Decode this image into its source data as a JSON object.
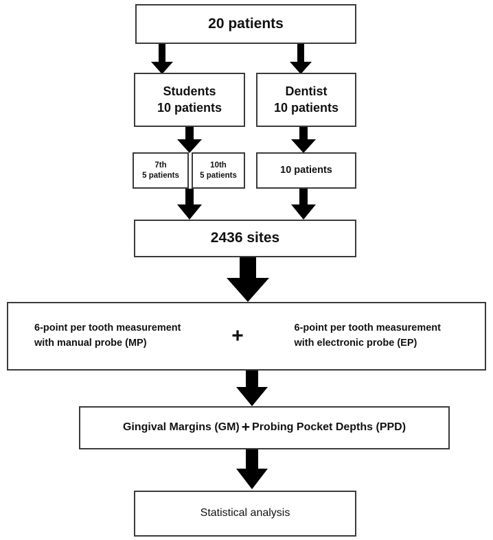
{
  "diagram": {
    "title": "Study design flowchart",
    "background_color": "#ffffff",
    "box_border_color": "#3a3a3a",
    "arrow_color": "#000000",
    "text_color": "#111111"
  },
  "nodes": {
    "top": {
      "label": "20 patients"
    },
    "students": {
      "line1": "Students",
      "line2": "10 patients",
      "label": "Students\n10 patients"
    },
    "dentist": {
      "line1": "Dentist",
      "line2": "10 patients",
      "label": "Dentist\n10 patients"
    },
    "seventh": {
      "line1": "7th",
      "line2": "5 patients",
      "label": "7th\n5 patients"
    },
    "tenth": {
      "line1": "10th",
      "line2": "5 patients",
      "label": "10th\n5 patients"
    },
    "dentist_patients": {
      "label": "10 patients"
    },
    "sites": {
      "label": "2436 sites"
    },
    "measurement": {
      "left": "6-point per tooth measurement\nwith manual probe (MP)",
      "plus": "+",
      "right": "6-point per tooth measurement\nwith electronic probe (EP)"
    },
    "outcomes": {
      "left": "Gingival Margins (GM)",
      "plus": "+",
      "right": "Probing Pocket Depths (PPD)"
    },
    "analysis": {
      "label": "Statistical analysis"
    }
  },
  "edges": [
    {
      "name": "top-to-students",
      "from": "top",
      "to": "students"
    },
    {
      "name": "top-to-dentist",
      "from": "top",
      "to": "dentist"
    },
    {
      "name": "students-to-grades",
      "from": "students",
      "to": "seventh-tenth"
    },
    {
      "name": "dentist-to-patients",
      "from": "dentist",
      "to": "dentist_patients"
    },
    {
      "name": "grades-to-sites",
      "from": "seventh-tenth",
      "to": "sites"
    },
    {
      "name": "patients-to-sites",
      "from": "dentist_patients",
      "to": "sites"
    },
    {
      "name": "sites-to-measurement",
      "from": "sites",
      "to": "measurement"
    },
    {
      "name": "measurement-to-outcomes",
      "from": "measurement",
      "to": "outcomes"
    },
    {
      "name": "outcomes-to-analysis",
      "from": "outcomes",
      "to": "analysis"
    }
  ]
}
